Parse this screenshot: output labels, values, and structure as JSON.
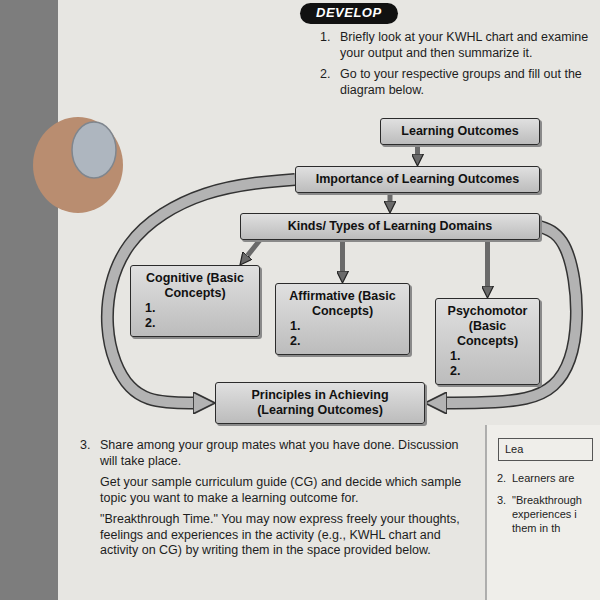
{
  "diagram": {
    "nodes": [
      {
        "text": [
          "DEVELOP"
        ]
      },
      {
        "text": [
          "Learning Outcomes"
        ]
      },
      {
        "text": [
          "Importance of Learning Outcomes"
        ]
      },
      {
        "text": [
          "Kinds/ Types of Learning Domains"
        ]
      },
      {
        "text": [
          "Cognitive (Basic Concepts)",
          "1.",
          "2."
        ]
      },
      {
        "text": [
          "Affirmative (Basic Concepts)",
          "1.",
          "2."
        ]
      },
      {
        "text": [
          "Psychomotor (Basic Concepts)",
          "1.",
          "2."
        ]
      },
      {
        "text": [
          "Principles in Achieving (Learning Outcomes)"
        ]
      },
      {
        "text": [
          "Lea"
        ]
      }
    ],
    "edges": [
      {
        "from": 1,
        "to": 2,
        "arrow": "to"
      },
      {
        "from": 2,
        "to": 3,
        "arrow": "to"
      },
      {
        "from": 3,
        "to": 4,
        "arrow": "to"
      },
      {
        "from": 3,
        "to": 5,
        "arrow": "to"
      },
      {
        "from": 3,
        "to": 6,
        "arrow": "to"
      },
      {
        "from": 2,
        "to": 7,
        "arrow": "to"
      },
      {
        "from": 3,
        "to": 7,
        "arrow": "to"
      }
    ],
    "labels": [
      "1.",
      "Briefly look at your KWHL chart and examine your output and then summarize it.",
      "2.",
      "Go to your respective groups and fill out the diagram below.",
      "3.",
      "Share among your group mates what you have done. Discussion will take place.",
      "Get your sample curriculum guide (CG) and decide which sample topic you want to make a learning outcome for.",
      "\"Breakthrough Time.\" You may now express freely your thoughts, feelings and experiences in the activity (e.g., KWHL chart and activity on CG) by writing them in the space provided below.",
      "2.",
      "Learners are",
      "3.",
      "\"Breakthrough",
      "experiences i",
      "them in th"
    ]
  }
}
